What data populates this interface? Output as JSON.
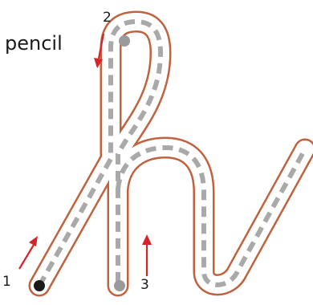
{
  "worksheet": {
    "word": "pencil",
    "steps": [
      "1",
      "2",
      "3"
    ]
  },
  "colors": {
    "outline": "#c0623e",
    "guide": "#a9a9a9",
    "arrow": "#d6242b",
    "start_dot": "#1a1a1a",
    "gray_dot": "#9a9a9a"
  }
}
